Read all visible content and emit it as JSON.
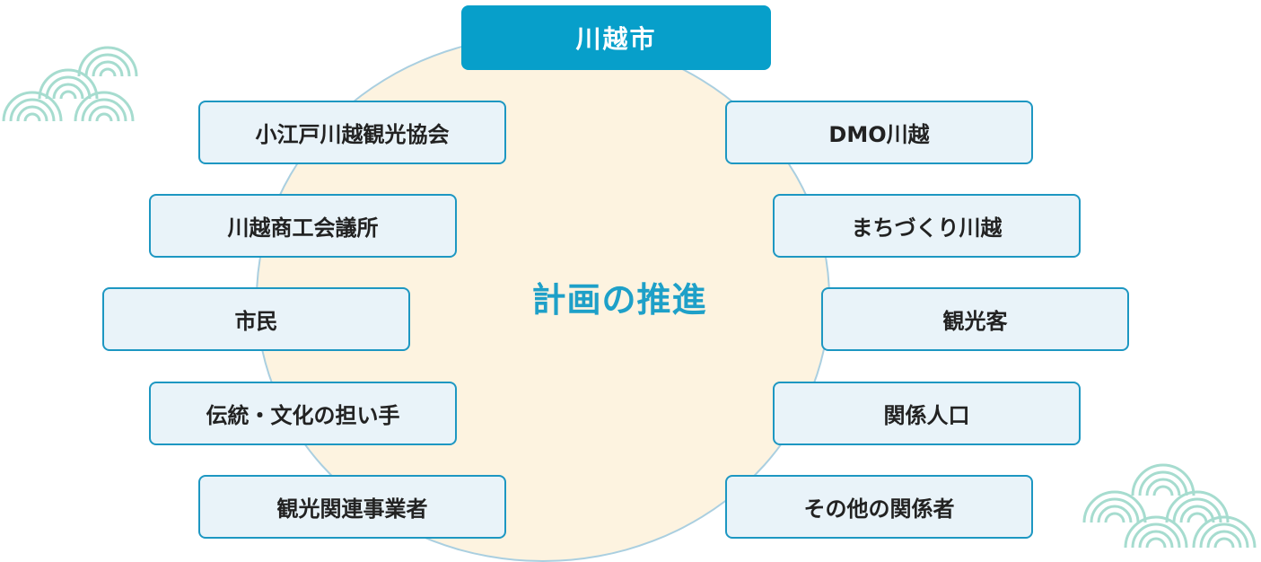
{
  "header": {
    "title": "川越市"
  },
  "center": {
    "label": "計画の推進"
  },
  "left_boxes": [
    "小江戸川越観光協会",
    "川越商工会議所",
    "市民",
    "伝統・文化の担い手",
    "観光関連事業者"
  ],
  "right_boxes": [
    "DMO川越",
    "まちづくり川越",
    "観光客",
    "関係人口",
    "その他の関係者"
  ],
  "decorations": {
    "top_left": "seigaiha-wave-icon",
    "bottom_right": "seigaiha-wave-icon"
  },
  "colors": {
    "header_bg": "#079fca",
    "center_text": "#1ea0c8",
    "circle_fill": "#fdf3e0",
    "box_fill": "#e9f3f9",
    "box_border": "#1d97c2",
    "wave": "#a6dccf"
  }
}
